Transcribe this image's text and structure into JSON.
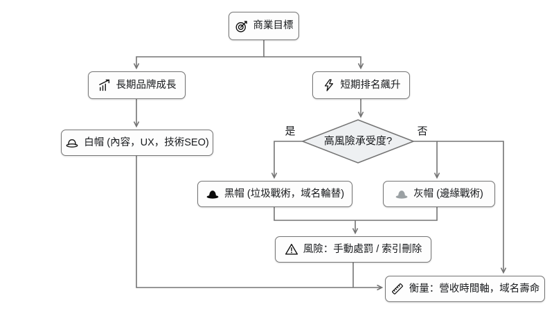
{
  "diagram": {
    "type": "flowchart",
    "nodes": {
      "goal": {
        "label": "商業目標",
        "icon": "target-icon"
      },
      "long_term": {
        "label": "長期品牌成長",
        "icon": "growth-chart-icon"
      },
      "short_term": {
        "label": "短期排名飆升",
        "icon": "lightning-icon"
      },
      "white_hat": {
        "label": "白帽 (內容，UX，技術SEO)",
        "icon": "white-hat-icon"
      },
      "risk_decision": {
        "label": "高風險承受度?"
      },
      "black_hat": {
        "label": "黑帽 (垃圾戰術，域名輪替)",
        "icon": "black-hat-icon"
      },
      "gray_hat": {
        "label": "灰帽 (邊緣戰術)",
        "icon": "gray-hat-icon"
      },
      "risk": {
        "label": "風險：手動處罰 / 索引刪除",
        "icon": "warning-icon"
      },
      "measure": {
        "label": "衡量：營收時間軸，域名壽命",
        "icon": "ruler-icon"
      }
    },
    "edge_labels": {
      "yes": "是",
      "no": "否"
    },
    "colors": {
      "line": "#737373",
      "node-border": "#747474",
      "node-fill": "#fdfdfd",
      "diamond-fill": "#eef0f2",
      "text": "#17191c",
      "gray-hat": "#9aa0a3",
      "background": "#ffffff"
    }
  }
}
